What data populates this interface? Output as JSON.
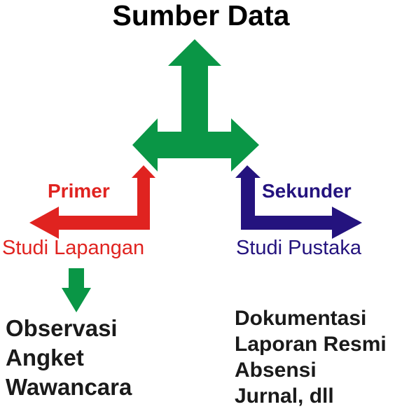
{
  "title": "Sumber Data",
  "colors": {
    "green": "#0a9646",
    "red": "#e02320",
    "blue": "#24137e",
    "text": "#1a1a1a"
  },
  "primary": {
    "label": "Primer",
    "method": "Studi Lapangan",
    "items": [
      "Observasi",
      "Angket",
      "Wawancara"
    ]
  },
  "secondary": {
    "label": "Sekunder",
    "method": "Studi Pustaka",
    "items": [
      "Dokumentasi",
      "Laporan Resmi",
      "Absensi",
      "Jurnal, dll"
    ]
  }
}
